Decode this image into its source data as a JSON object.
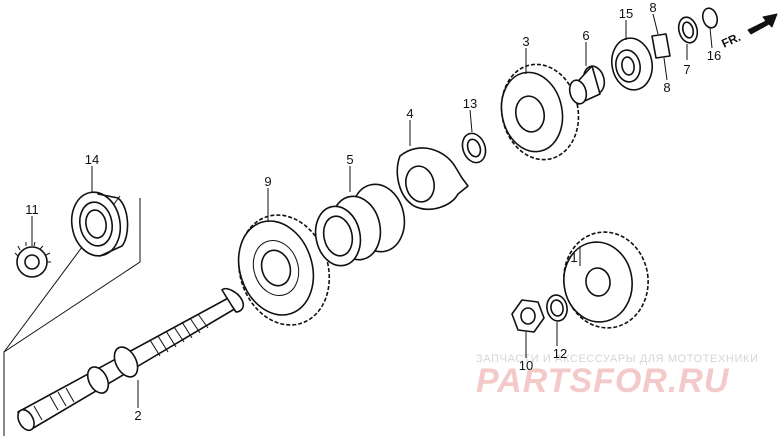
{
  "callouts": [
    {
      "id": "c1",
      "text": "1"
    },
    {
      "id": "c2",
      "text": "2"
    },
    {
      "id": "c3",
      "text": "3"
    },
    {
      "id": "c4",
      "text": "4"
    },
    {
      "id": "c5",
      "text": "5"
    },
    {
      "id": "c6",
      "text": "6"
    },
    {
      "id": "c7",
      "text": "7"
    },
    {
      "id": "c8a",
      "text": "8"
    },
    {
      "id": "c8b",
      "text": "8"
    },
    {
      "id": "c9",
      "text": "9"
    },
    {
      "id": "c10",
      "text": "10"
    },
    {
      "id": "c11",
      "text": "11"
    },
    {
      "id": "c12",
      "text": "12"
    },
    {
      "id": "c13",
      "text": "13"
    },
    {
      "id": "c14",
      "text": "14"
    },
    {
      "id": "c15",
      "text": "15"
    },
    {
      "id": "c16",
      "text": "16"
    }
  ],
  "direction_label": "FR.",
  "watermark": {
    "tagline": "ЗАПЧАСТИ И АКСЕССУАРЫ ДЛЯ МОТОТЕХНИКИ",
    "brand": "PARTSFOR.RU"
  },
  "colors": {
    "ink": "#111111",
    "watermark_gray": "#d6d6d6",
    "watermark_red": "#f3c9c9"
  }
}
